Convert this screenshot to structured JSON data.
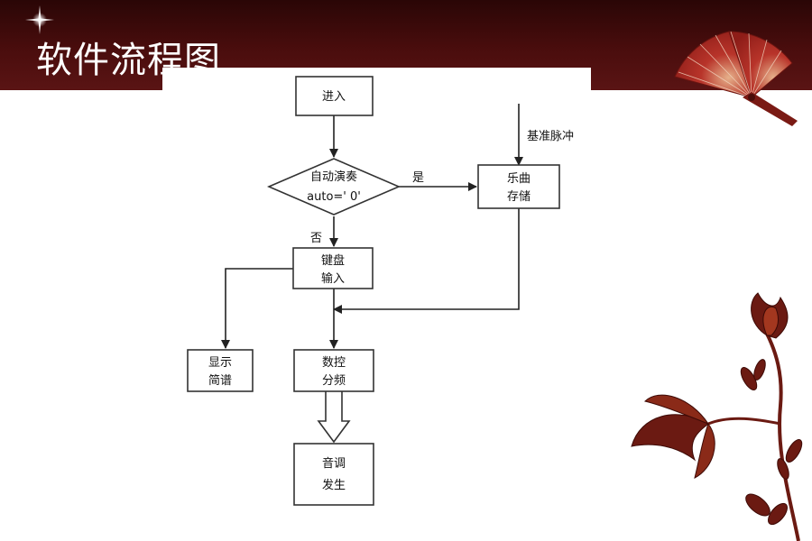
{
  "slide": {
    "title": "软件流程图"
  },
  "diagram": {
    "nodes": {
      "enter": {
        "label": "进入"
      },
      "decision": {
        "line1": "自动演奏",
        "line2": "auto=' 0'"
      },
      "music_store": {
        "line1": "乐曲",
        "line2": "存储"
      },
      "keyboard_input": {
        "line1": "键盘",
        "line2": "输入"
      },
      "display_score": {
        "line1": "显示",
        "line2": "简谱"
      },
      "nc_divider": {
        "line1": "数控",
        "line2": "分频"
      },
      "tone_gen": {
        "line1": "音调",
        "line2": "发生"
      }
    },
    "edges": {
      "yes_label": "是",
      "no_label": "否",
      "clock_label": "基准脉冲"
    }
  },
  "colors": {
    "header_dark": "#2a0606",
    "header_red": "#5a1414",
    "fan_red": "#a3251f",
    "flower_brown": "#6b1a12"
  }
}
